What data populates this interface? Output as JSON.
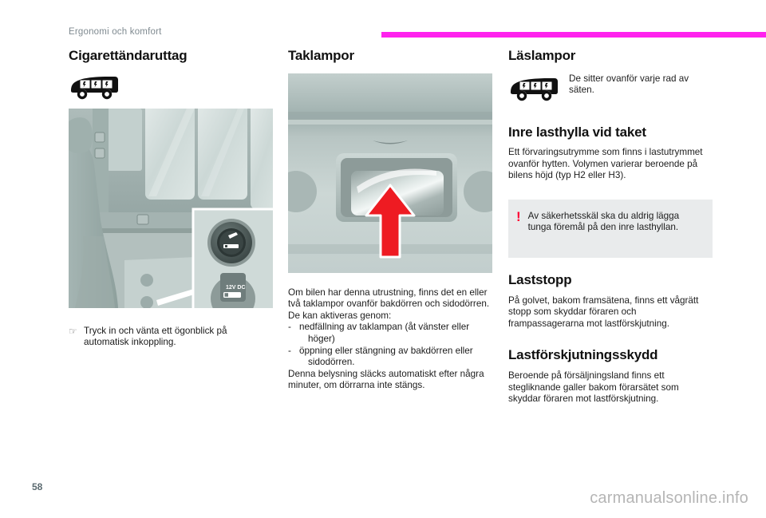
{
  "header": {
    "breadcrumb": "Ergonomi och komfort",
    "rule_color": "#ff22ee"
  },
  "columns": {
    "left": {
      "title": "Cigarettändaruttag",
      "icon_name": "minibus-icon",
      "photo_name": "cigarette-lighter-socket-photo",
      "photo_inset_labels": {
        "dc_socket": "12V DC"
      },
      "pointer_glyph": "☞",
      "pointer_text": "Tryck in och vänta ett ögonblick på automatisk inkoppling."
    },
    "middle": {
      "title": "Taklampor",
      "photo_name": "roof-lamp-photo",
      "paragraphs": [
        "Om bilen har denna utrustning, finns det en eller två taklampor ovanför bakdörren och sidodörren.",
        "De kan aktiveras genom:"
      ],
      "bullets": [
        "nedfällning av taklampan (åt vänster eller höger)",
        "öppning eller stängning av bakdörren eller sidodörren."
      ],
      "closing_paragraph": "Denna belysning släcks automatiskt efter några minuter, om dörrarna inte stängs."
    },
    "right": {
      "reading_lamps": {
        "title": "Läslampor",
        "icon_name": "minibus-icon",
        "text": "De sitter ovanför varje rad av säten."
      },
      "roof_shelf": {
        "title": "Inre lasthylla vid taket",
        "text": "Ett förvaringsutrymme som finns i lastutrymmet ovanför hytten. Volymen varierar beroende på bilens höjd (typ H2 eller H3)."
      },
      "warning": {
        "glyph": "!",
        "color": "#ff0033",
        "background": "#e9ebec",
        "text": "Av säkerhetsskäl ska du aldrig lägga tunga föremål på den inre lasthyllan."
      },
      "load_stop": {
        "title": "Laststopp",
        "text": "På golvet, bakom framsätena, finns ett vågrätt stopp som skyddar föraren och frampassagerarna mot lastförskjutning."
      },
      "load_guard": {
        "title": "Lastförskjutningsskydd",
        "text": "Beroende på försäljningsland finns ett stegliknande galler bakom förarsätet som skyddar föraren mot lastförskjutning."
      }
    }
  },
  "footer": {
    "page_number": "58",
    "watermark": "carmanualsonline.info"
  }
}
